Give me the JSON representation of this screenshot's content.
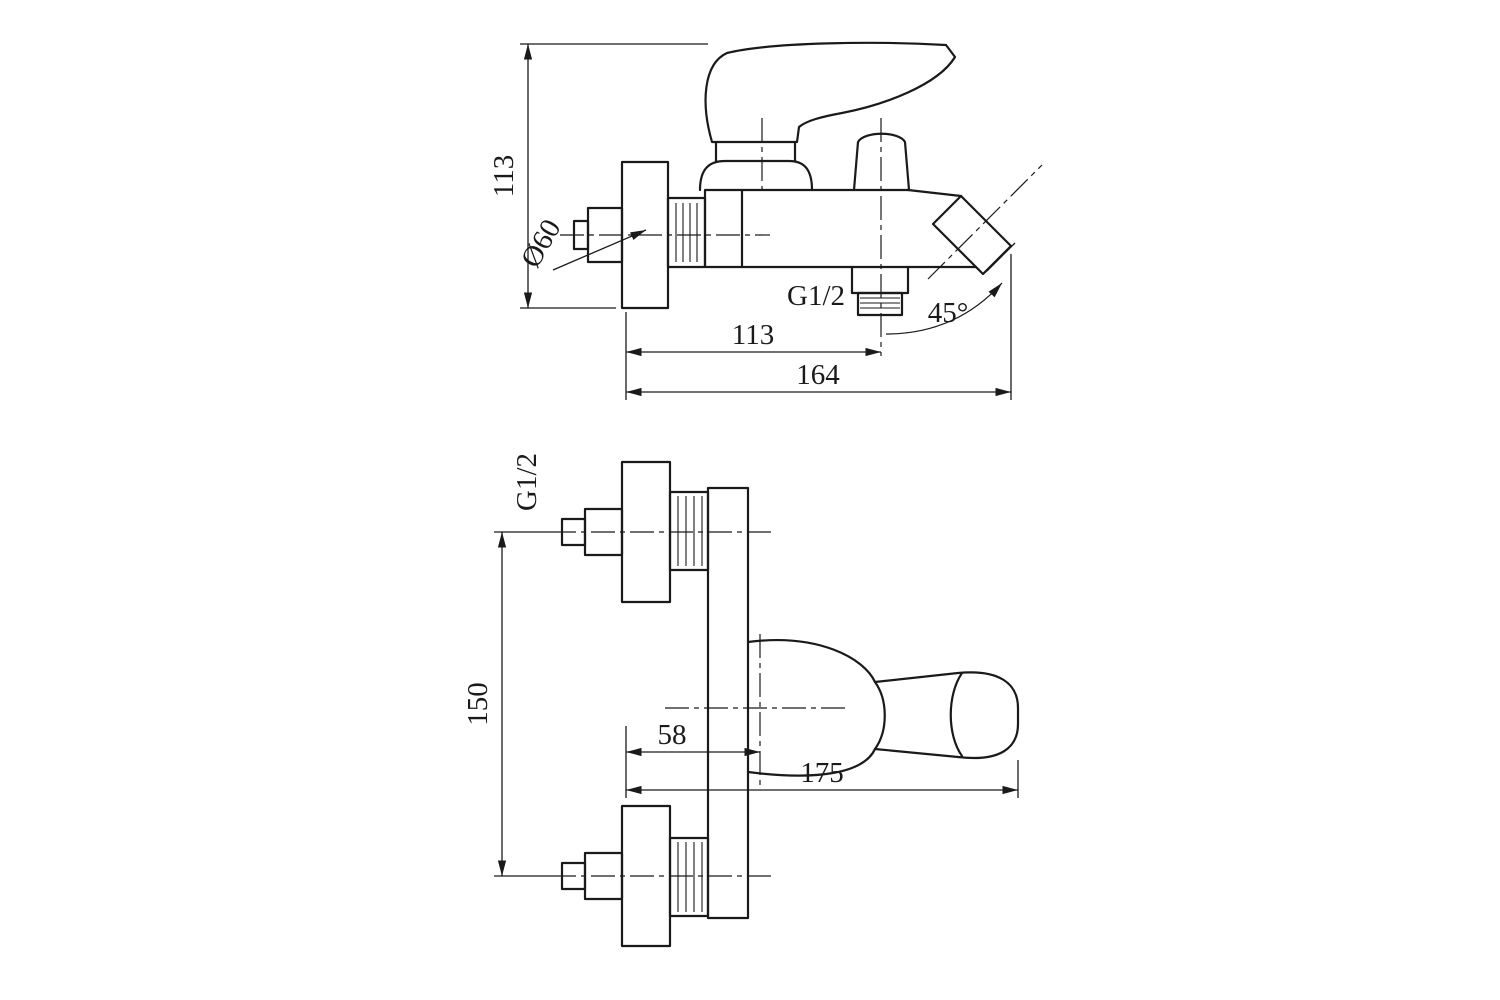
{
  "drawing": {
    "side_view": {
      "height_overall": "113",
      "flange_diameter": "Ø60",
      "shower_thread": "G1/2",
      "depth_to_diverter": "113",
      "depth_overall": "164",
      "spout_angle": "45°"
    },
    "plan_view": {
      "inlet_thread": "G1/2",
      "inlet_centre_distance": "150",
      "handle_axis_offset": "58",
      "width_overall": "175"
    }
  },
  "colors": {
    "line": "#1a1a1a",
    "background": "#ffffff"
  }
}
